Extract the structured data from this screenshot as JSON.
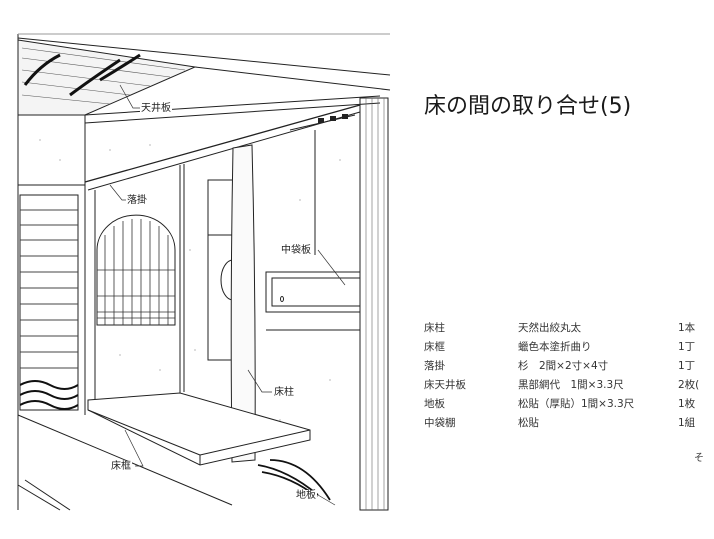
{
  "title": "床の間の取り合せ(5)",
  "drawing_labels": {
    "ceiling_board": "天井板",
    "otoshigake": "落掛",
    "naka_fukuro_ita": "中袋板",
    "tokobashira": "床柱",
    "tokogamachi": "床框",
    "jiita": "地板"
  },
  "spec_table": [
    {
      "part": "床柱",
      "material": "天然出絞丸太",
      "qty": "1本"
    },
    {
      "part": "床框",
      "material": "蠟色本塗折曲り",
      "qty": "1丁"
    },
    {
      "part": "落掛",
      "material": "杉　2間×2寸×4寸",
      "qty": "1丁"
    },
    {
      "part": "床天井板",
      "material": "黒部網代　1間×3.3尺",
      "qty": "2枚("
    },
    {
      "part": "地板",
      "material": "松貼（厚貼）1間×3.3尺",
      "qty": "1枚"
    },
    {
      "part": "中袋棚",
      "material": "松貼",
      "qty": "1組"
    }
  ],
  "trailing_text": "そ"
}
